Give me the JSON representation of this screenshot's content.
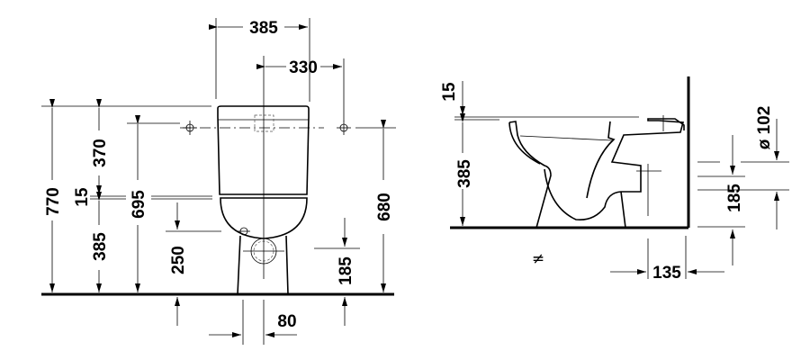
{
  "front_view": {
    "dimensions": {
      "tank_width": "385",
      "fixing_holes_spacing": "330",
      "total_height": "770",
      "seat_gap": "15",
      "tank_height": "370",
      "bowl_height": "385",
      "fixing_height": "695",
      "inlet_height": "250",
      "outlet_height": "185",
      "right_fixing_height": "680",
      "outlet_offset": "80"
    }
  },
  "side_view": {
    "dimensions": {
      "seat_gap": "15",
      "bowl_height": "385",
      "outlet_diameter": "ø 102",
      "outlet_height": "185",
      "wall_distance": "135"
    },
    "note_symbol": "≠"
  }
}
